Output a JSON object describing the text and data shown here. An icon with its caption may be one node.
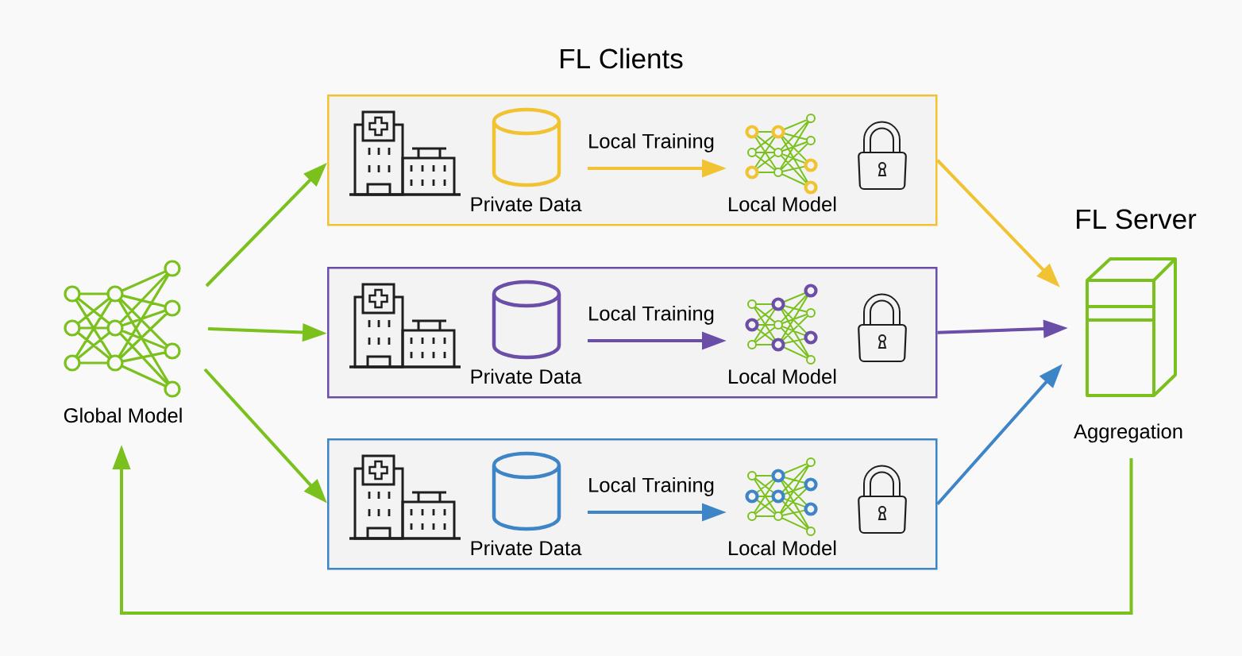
{
  "diagram": {
    "nodes": [
      {
        "text": [
          "Global Model"
        ]
      },
      {
        "text": [],
        "shape": "box"
      },
      {
        "text": [
          "Private Data"
        ],
        "in": 1
      },
      {
        "text": [
          "Local Model"
        ],
        "in": 1
      },
      {
        "text": [],
        "shape": "box"
      },
      {
        "text": [
          "Private Data"
        ],
        "in": 4
      },
      {
        "text": [
          "Local Model"
        ],
        "in": 4
      },
      {
        "text": [],
        "shape": "box"
      },
      {
        "text": [
          "Private Data"
        ],
        "in": 7
      },
      {
        "text": [
          "Local Model"
        ],
        "in": 7
      },
      {
        "text": [
          "FL Server",
          "Aggregation"
        ]
      }
    ],
    "edges": [
      {
        "from": 0,
        "to": 1,
        "arrow": "to"
      },
      {
        "from": 0,
        "to": 4,
        "arrow": "to"
      },
      {
        "from": 0,
        "to": 7,
        "arrow": "to"
      },
      {
        "from": 2,
        "to": 3,
        "arrow": "to",
        "label": "Local Training",
        "color": "#f1c232"
      },
      {
        "from": 5,
        "to": 6,
        "arrow": "to",
        "label": "Local Training",
        "color": "#6a4ea8"
      },
      {
        "from": 8,
        "to": 9,
        "arrow": "to",
        "label": "Local Training",
        "color": "#3d85c6"
      },
      {
        "from": 1,
        "to": 10,
        "arrow": "to",
        "color": "#f1c232"
      },
      {
        "from": 4,
        "to": 10,
        "arrow": "to",
        "color": "#6a4ea8"
      },
      {
        "from": 7,
        "to": 10,
        "arrow": "to",
        "color": "#3d85c6"
      },
      {
        "from": 10,
        "to": 0,
        "arrow": "to"
      }
    ],
    "labels": [
      "FL Clients"
    ]
  }
}
